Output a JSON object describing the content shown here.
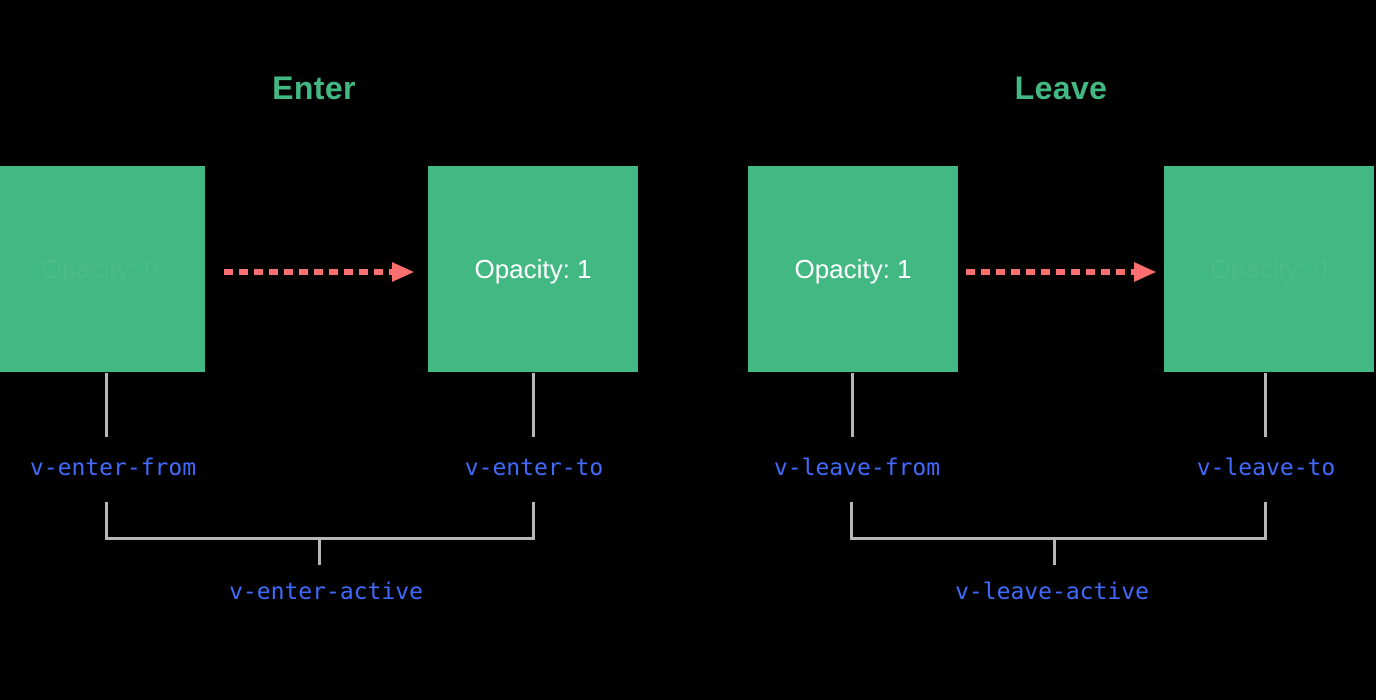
{
  "diagram": {
    "title_enter": "Enter",
    "title_leave": "Leave",
    "accent_green": "#42b883",
    "accent_blue": "#4169fb",
    "accent_coral": "#fc6f6f",
    "line_gray": "#b7b7b7",
    "background": "#000000"
  },
  "enter": {
    "title": "Enter",
    "from_box": {
      "text": "Opacity: 0",
      "class_label": "v-enter-from",
      "opacity_state": "faded"
    },
    "to_box": {
      "text": "Opacity: 1",
      "class_label": "v-enter-to",
      "opacity_state": "solid"
    },
    "active_label": "v-enter-active",
    "arrow": "dashed-right-arrow"
  },
  "leave": {
    "title": "Leave",
    "from_box": {
      "text": "Opacity: 1",
      "class_label": "v-leave-from",
      "opacity_state": "solid"
    },
    "to_box": {
      "text": "Opacity: 0",
      "class_label": "v-leave-to",
      "opacity_state": "faded"
    },
    "active_label": "v-leave-active",
    "arrow": "dashed-right-arrow"
  }
}
